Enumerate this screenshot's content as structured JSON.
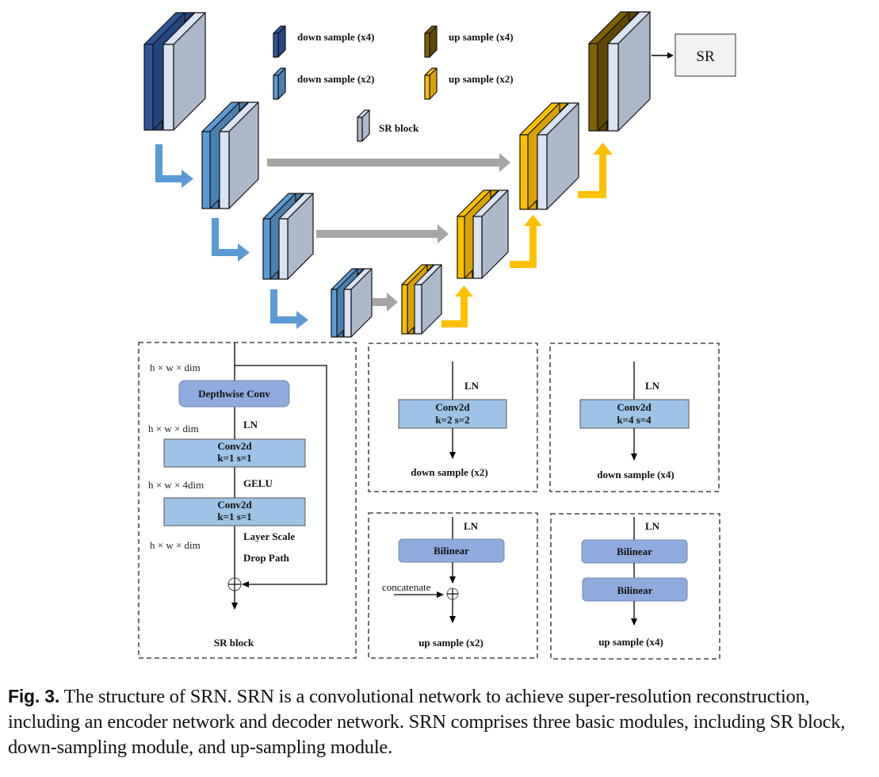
{
  "colors": {
    "down_x4": "#2f5597",
    "down_x4_dark": "#24467f",
    "down_x2": "#5b9bd5",
    "down_x2_dark": "#4a7fb0",
    "up_x4": "#7f6000",
    "up_x4_dark": "#5e4700",
    "up_x2": "#ffc000",
    "up_x2_dark": "#d8a300",
    "sr_block_front": "#dae3f3",
    "sr_block_side": "#adb9ca",
    "skip_arrow": "#a5a5a5",
    "down_arrow": "#5b9bd5",
    "up_arrow": "#ffc000",
    "depthwise_box": "#8faadc",
    "conv_box": "#9dc3e6",
    "bilinear_box": "#8faadc",
    "sr_output_box": "#f2f2f2"
  },
  "legend": {
    "items": [
      {
        "label": "down sample (x4)",
        "color_key": "down_x4"
      },
      {
        "label": "down sample (x2)",
        "color_key": "down_x2"
      },
      {
        "label": "up sample (x4)",
        "color_key": "up_x4"
      },
      {
        "label": "up sample (x2)",
        "color_key": "up_x2"
      },
      {
        "label": "SR block",
        "color_key": "sr_block_side"
      }
    ]
  },
  "network": {
    "output_label": "SR",
    "encoder_stages": [
      "down sample (x4)",
      "down sample (x2)",
      "down sample (x2)",
      "down sample (x2)"
    ],
    "decoder_stages": [
      "up sample (x2)",
      "up sample (x2)",
      "up sample (x2)",
      "up sample (x4)"
    ]
  },
  "sr_block": {
    "dims": [
      "h × w × dim",
      "h × w × dim",
      "h × w × 4dim",
      "h × w × dim"
    ],
    "depthwise": "Depthwise Conv",
    "ln": "LN",
    "conv1_title": "Conv2d",
    "conv1_params": "k=1 s=1",
    "gelu": "GELU",
    "conv2_title": "Conv2d",
    "conv2_params": "k=1 s=1",
    "layer_scale": "Layer Scale",
    "drop_path": "Drop Path",
    "title": "SR block"
  },
  "down_x2_module": {
    "ln": "LN",
    "conv_title": "Conv2d",
    "conv_params": "k=2 s=2",
    "title": "down sample (x2)"
  },
  "down_x4_module": {
    "ln": "LN",
    "conv_title": "Conv2d",
    "conv_params": "k=4 s=4",
    "title": "down sample (x4)"
  },
  "up_x2_module": {
    "ln": "LN",
    "bilinear": "Bilinear",
    "concat": "concatenate",
    "title": "up sample (x2)"
  },
  "up_x4_module": {
    "ln": "LN",
    "bilinear1": "Bilinear",
    "bilinear2": "Bilinear",
    "title": "up sample (x4)"
  },
  "caption": {
    "label": "Fig. 3.",
    "text": " The structure of SRN. SRN is a convolutional network to achieve super-resolution reconstruction, including an encoder network and decoder network. SRN comprises three basic modules, including SR block, down-sampling module, and up-sampling module."
  }
}
